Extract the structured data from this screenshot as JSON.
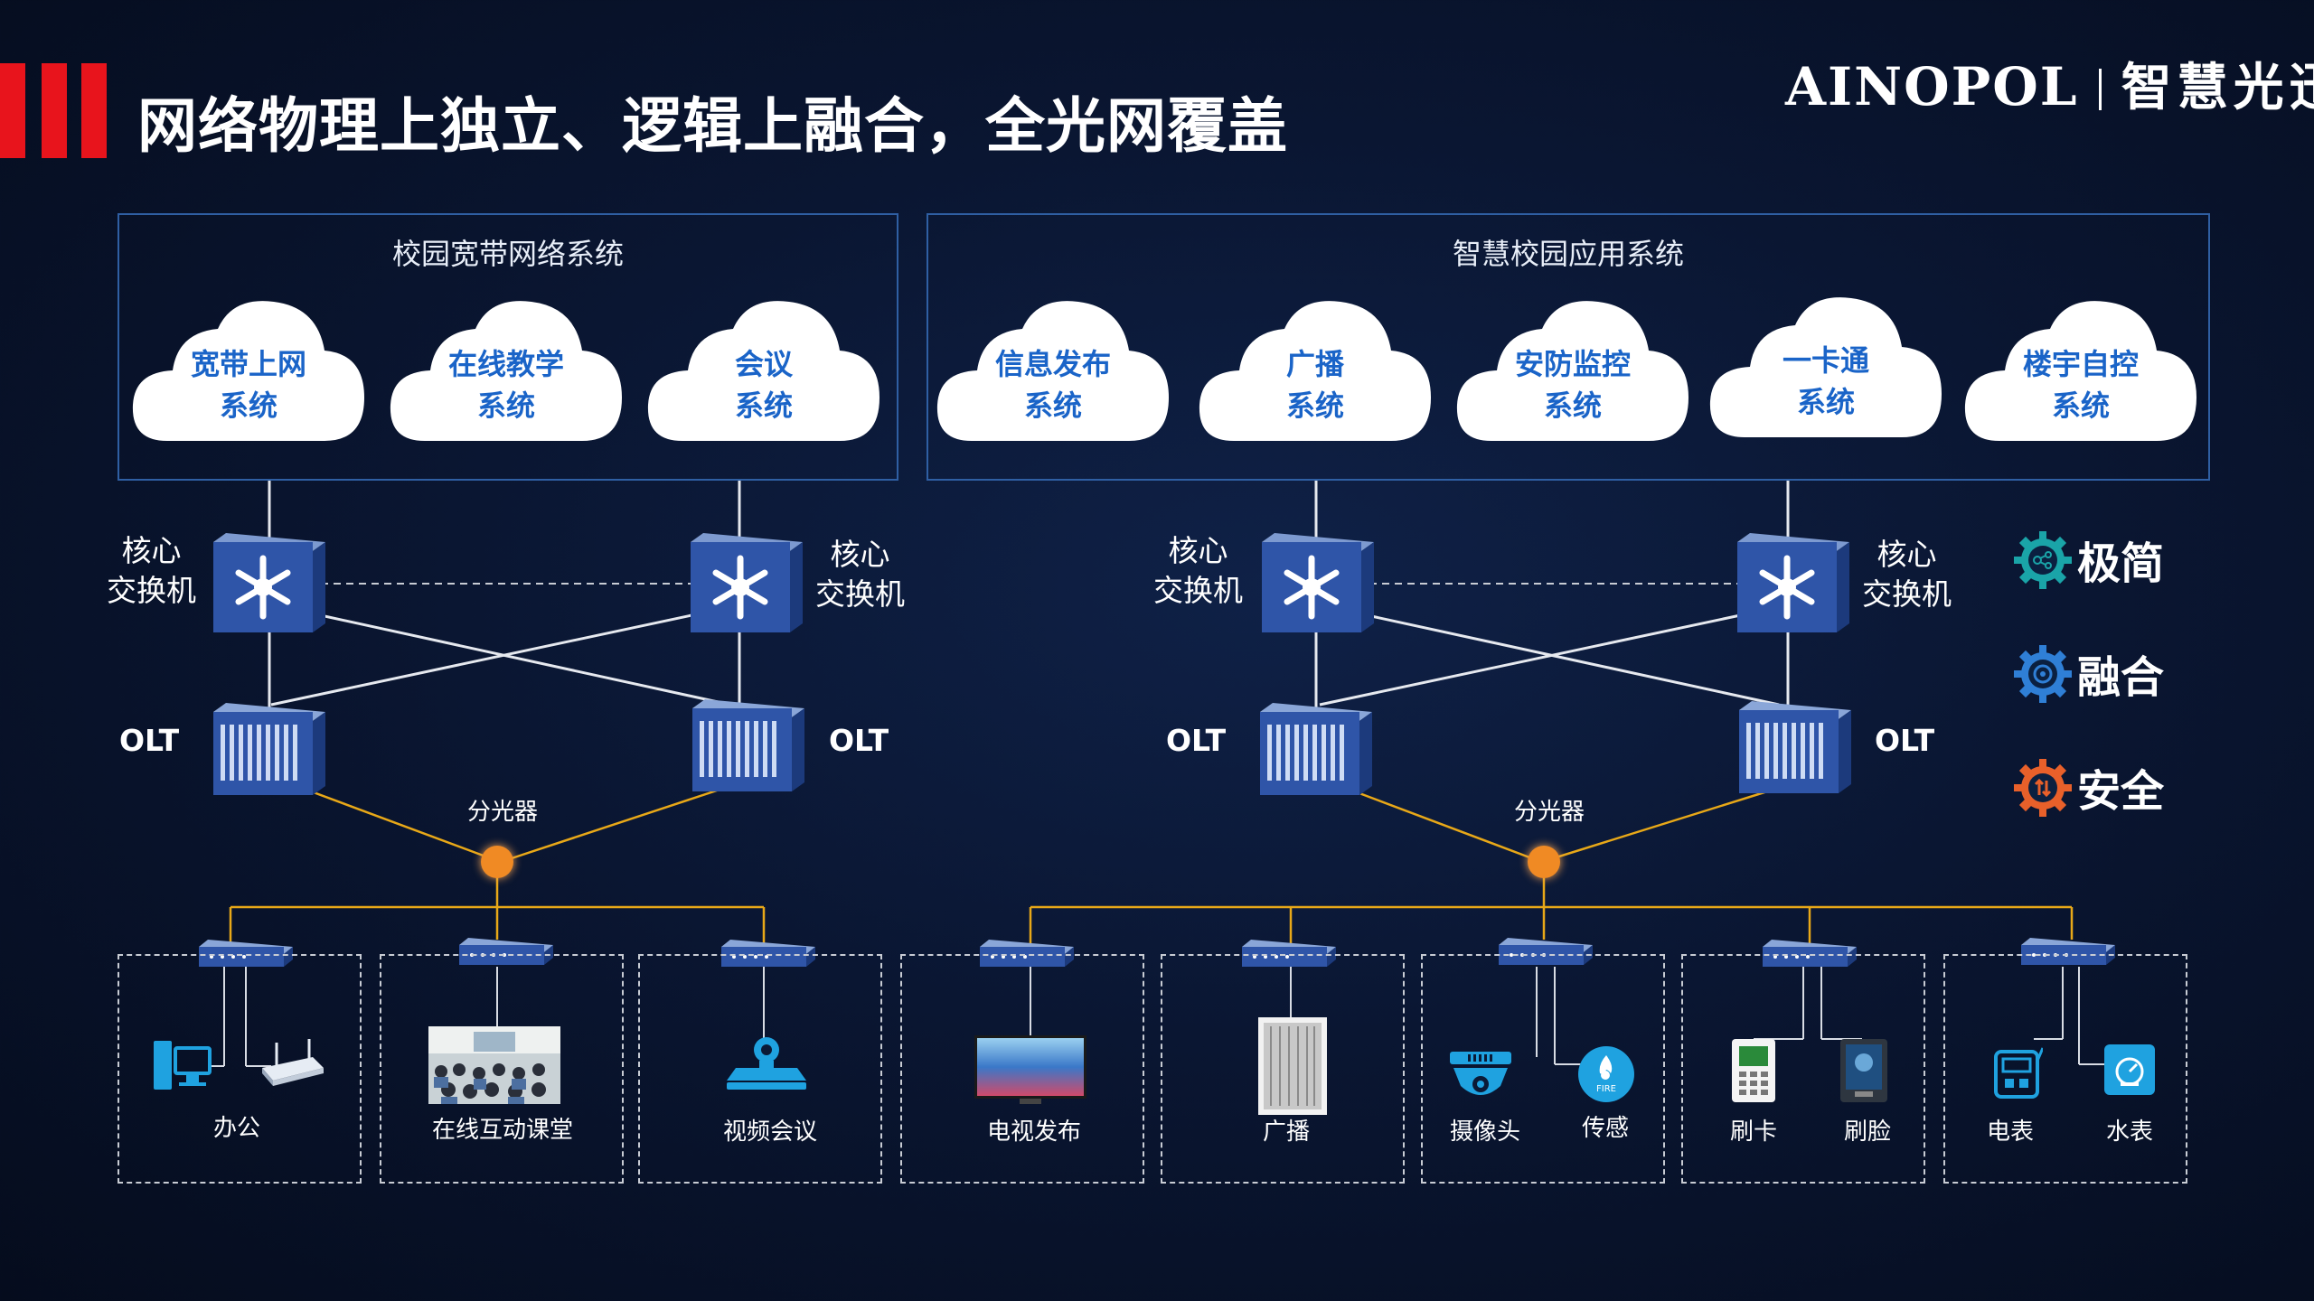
{
  "header": {
    "title": "网络物理上独立、逻辑上融合，全光网覆盖"
  },
  "logo": {
    "brand": "AINOPOL",
    "cn": "智慧光迅"
  },
  "left_panel": {
    "title": "校园宽带网络系统",
    "clouds": [
      {
        "line1": "宽带上网",
        "line2": "系统"
      },
      {
        "line1": "在线教学",
        "line2": "系统"
      },
      {
        "line1": "会议",
        "line2": "系统"
      }
    ]
  },
  "right_panel": {
    "title": "智慧校园应用系统",
    "clouds": [
      {
        "line1": "信息发布",
        "line2": "系统"
      },
      {
        "line1": "广播",
        "line2": "系统"
      },
      {
        "line1": "安防监控",
        "line2": "系统"
      },
      {
        "line1": "一卡通",
        "line2": "系统"
      },
      {
        "line1": "楼宇自控",
        "line2": "系统"
      }
    ]
  },
  "network": {
    "core_switch_line1": "核心",
    "core_switch_line2": "交换机",
    "olt": "OLT",
    "splitter": "分光器"
  },
  "endpoints": {
    "office": "办公",
    "classroom": "在线互动课堂",
    "video_conf": "视频会议",
    "tv": "电视发布",
    "broadcast": "广播",
    "camera": "摄像头",
    "sensor": "传感",
    "card": "刷卡",
    "face": "刷脸",
    "meter_elec": "电表",
    "meter_water": "水表",
    "sensor_fire_text": "FIRE"
  },
  "features": [
    {
      "label": "极简",
      "color": "#1aa4a8"
    },
    {
      "label": "融合",
      "color": "#2f7fd6"
    },
    {
      "label": "安全",
      "color": "#e8602a"
    }
  ],
  "colors": {
    "accent": "#e8141c",
    "fiber": "#e8a818",
    "panel_border": "#2f5fa3",
    "cloud_text": "#1a64c8"
  }
}
